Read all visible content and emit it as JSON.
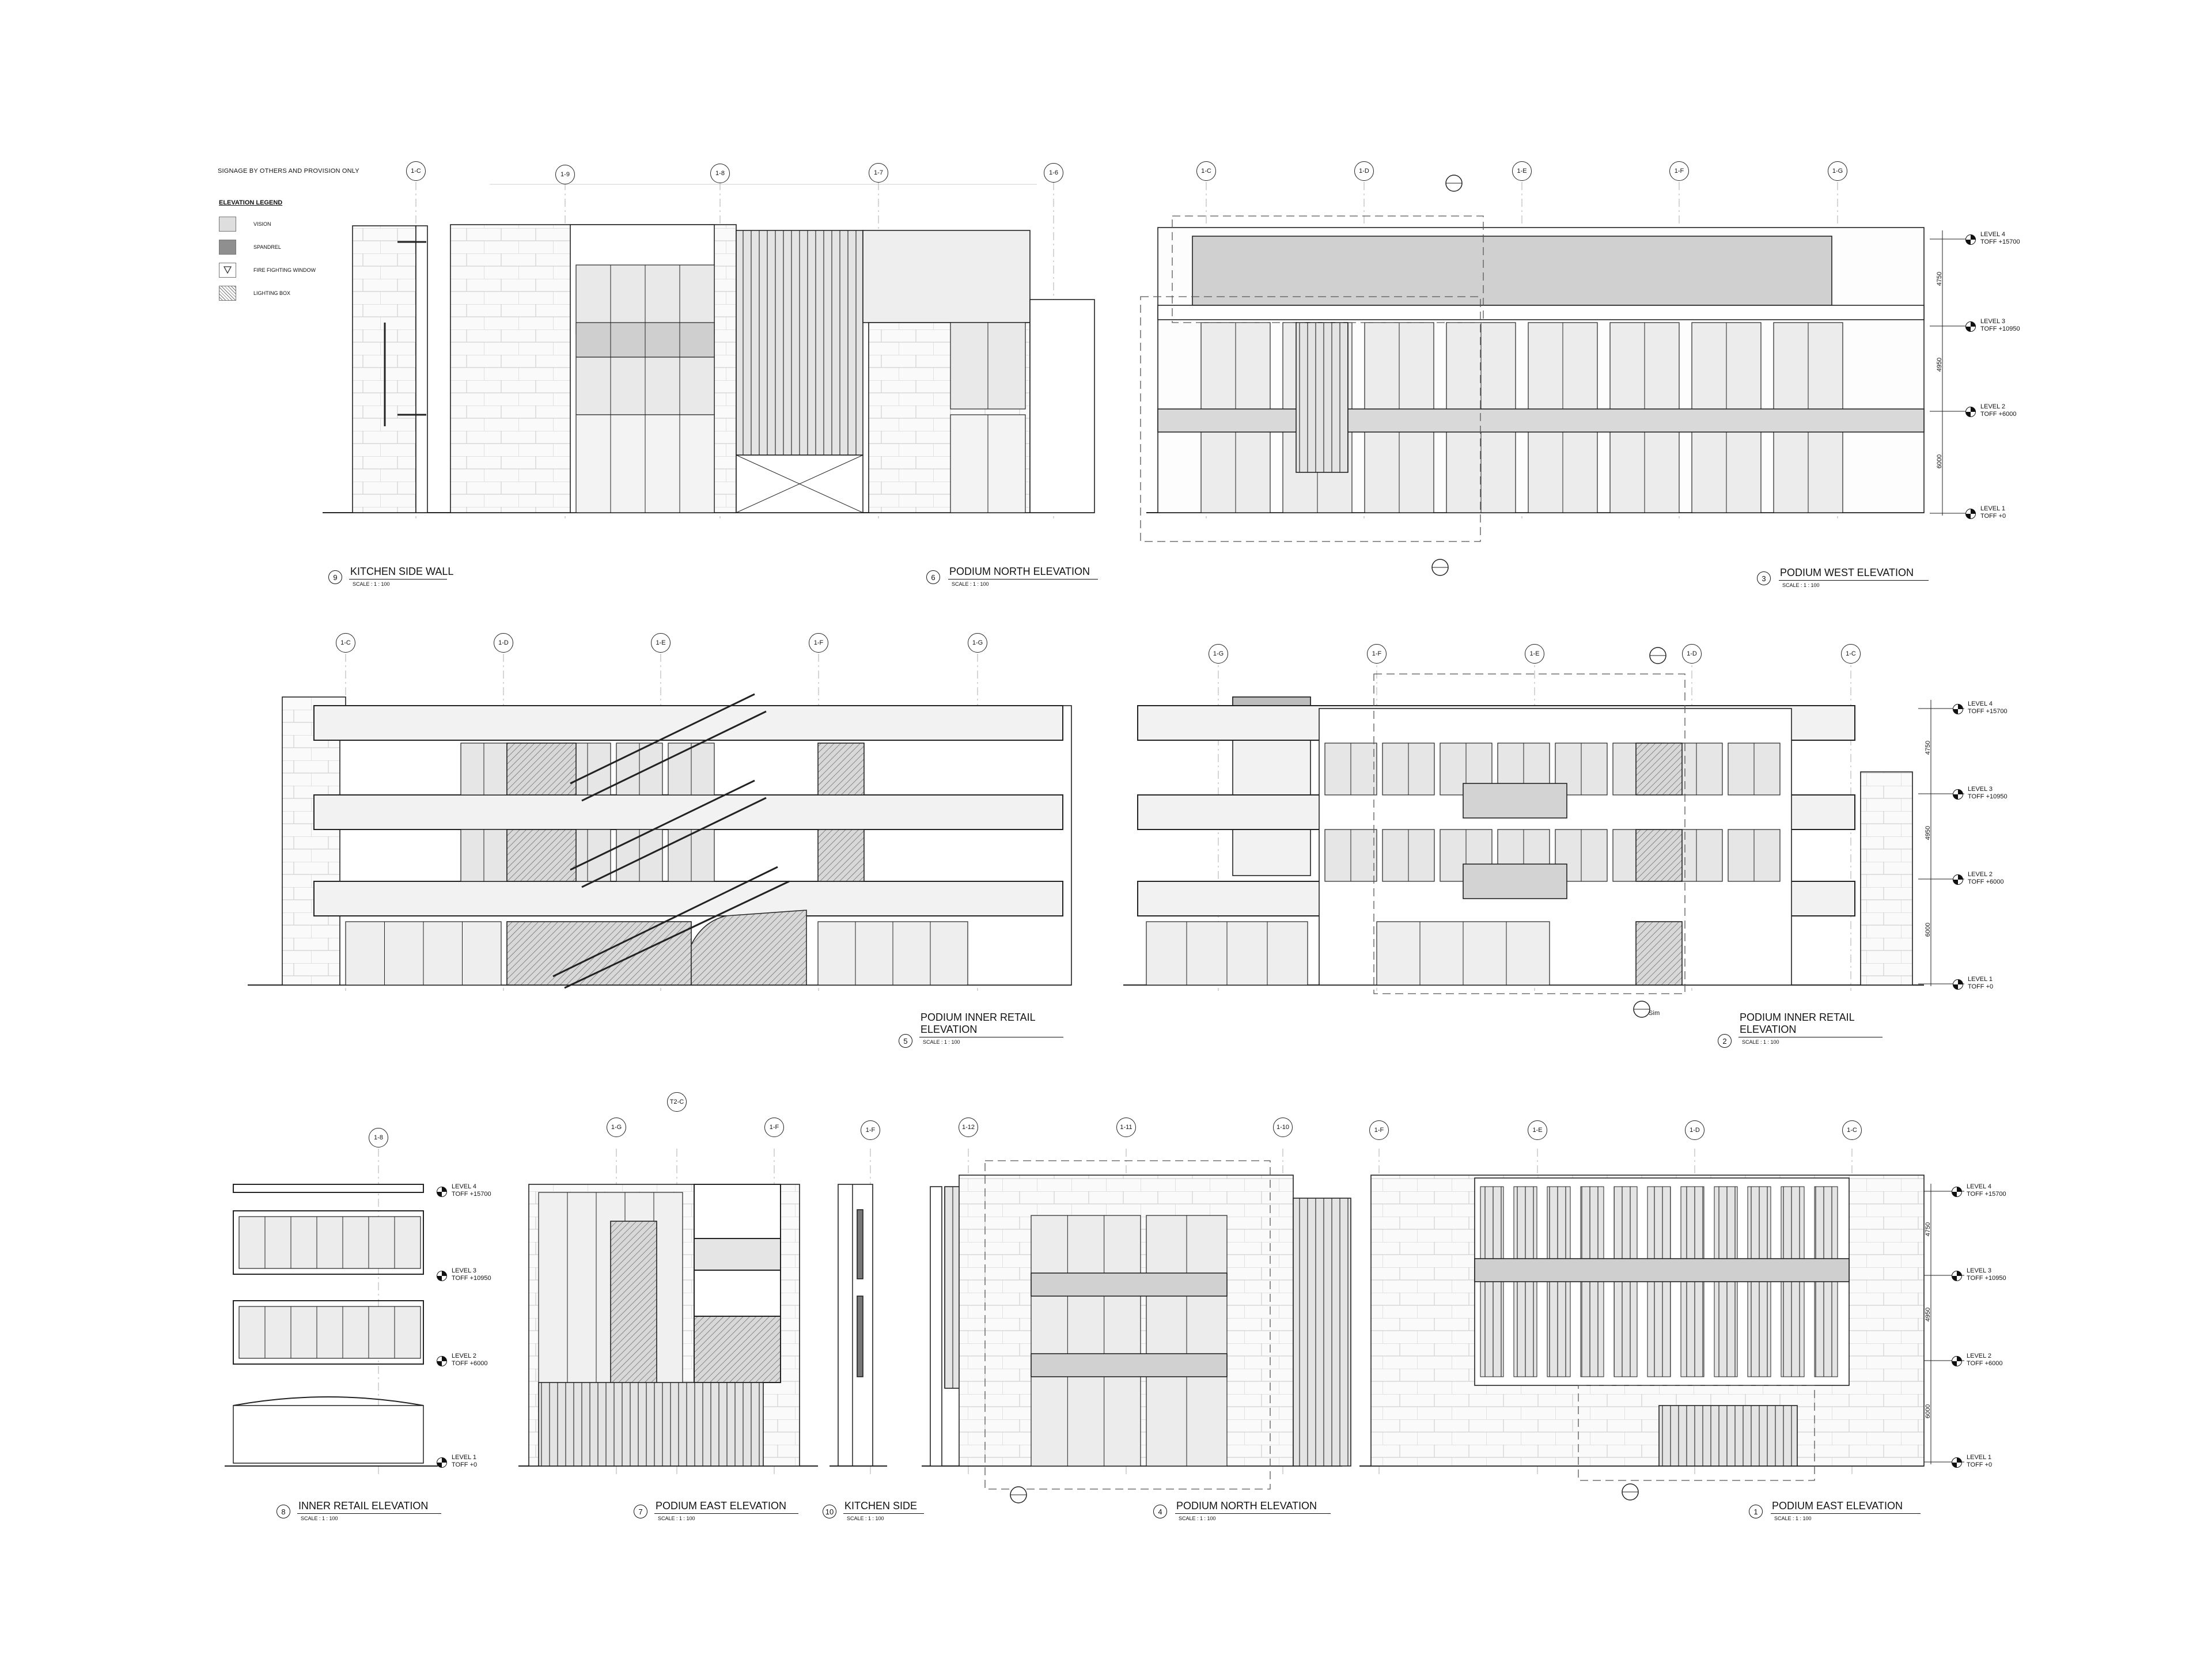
{
  "sheet": {
    "note": "SIGNAGE BY OTHERS AND PROVISION ONLY",
    "legend": {
      "title": "ELEVATION LEGEND",
      "items": [
        {
          "label": "VISION",
          "swatch": "vision"
        },
        {
          "label": "SPANDREL",
          "swatch": "spandrel"
        },
        {
          "label": "FIRE FIGHTING WINDOW",
          "swatch": "fire"
        },
        {
          "label": "LIGHTING BOX",
          "swatch": "light"
        }
      ]
    }
  },
  "levels": {
    "l4": {
      "name": "LEVEL 4",
      "value": "TOFF  +15700"
    },
    "l3": {
      "name": "LEVEL 3",
      "value": "TOFF  +10950"
    },
    "l2": {
      "name": "LEVEL 2",
      "value": "TOFF  +6000"
    },
    "l1": {
      "name": "LEVEL 1",
      "value": "TOFF  +0"
    },
    "dims": [
      "4750",
      "4950",
      "6000"
    ]
  },
  "callouts": {
    "sim": "Sim"
  },
  "drawings": {
    "d9": {
      "num": "9",
      "title": "KITCHEN SIDE WALL",
      "scale": "SCALE : 1 : 100",
      "grids": [
        "1-C"
      ]
    },
    "d6": {
      "num": "6",
      "title": "PODIUM NORTH ELEVATION",
      "scale": "SCALE : 1 : 100",
      "grids": [
        "1-9",
        "1-8",
        "1-7",
        "1-6"
      ]
    },
    "d3": {
      "num": "3",
      "title": "PODIUM WEST ELEVATION",
      "scale": "SCALE : 1 : 100",
      "grids": [
        "1-C",
        "1-D",
        "1-E",
        "1-F",
        "1-G"
      ]
    },
    "d5": {
      "num": "5",
      "title": "PODIUM INNER RETAIL ELEVATION",
      "scale": "SCALE : 1 : 100",
      "grids": [
        "1-C",
        "1-D",
        "1-E",
        "1-F",
        "1-G"
      ]
    },
    "d2": {
      "num": "2",
      "title": "PODIUM INNER RETAIL ELEVATION",
      "scale": "SCALE : 1 : 100",
      "grids": [
        "1-G",
        "1-F",
        "1-E",
        "1-D",
        "1-C"
      ]
    },
    "d8": {
      "num": "8",
      "title": "INNER RETAIL ELEVATION",
      "scale": "SCALE : 1 : 100",
      "grids": [
        "1-8"
      ]
    },
    "d7": {
      "num": "7",
      "title": "PODIUM EAST ELEVATION",
      "scale": "SCALE : 1 : 100",
      "grids": [
        "1-G",
        "T2-C",
        "1-F"
      ]
    },
    "d10": {
      "num": "10",
      "title": "KITCHEN SIDE",
      "scale": "SCALE : 1 : 100",
      "grids": [
        "1-F"
      ]
    },
    "d4": {
      "num": "4",
      "title": "PODIUM NORTH ELEVATION",
      "scale": "SCALE : 1 : 100",
      "grids": [
        "1-12",
        "1-11",
        "1-10"
      ]
    },
    "d1": {
      "num": "1",
      "title": "PODIUM EAST ELEVATION",
      "scale": "SCALE : 1 : 100",
      "grids": [
        "1-F",
        "1-E",
        "1-D",
        "1-C"
      ]
    }
  }
}
